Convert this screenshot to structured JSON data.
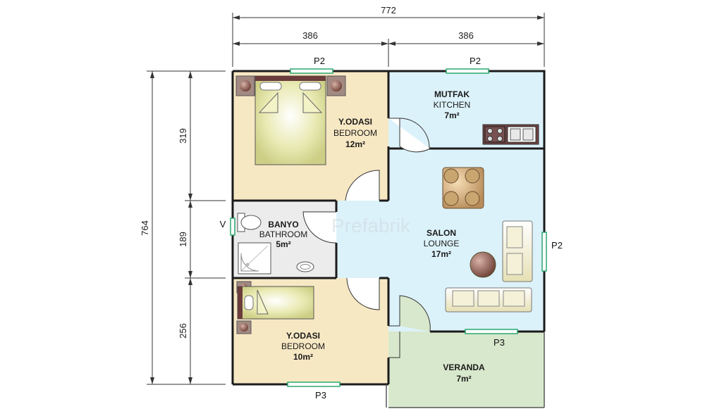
{
  "dimensions": {
    "total_width": "772",
    "left_width": "386",
    "right_width": "386",
    "total_height": "764",
    "top_height": "319",
    "middle_height": "189",
    "bottom_height": "256"
  },
  "rooms": {
    "bedroom1": {
      "name_tr": "Y.ODASI",
      "name_en": "BEDROOM",
      "area": "12m²"
    },
    "kitchen": {
      "name_tr": "MUTFAK",
      "name_en": "KITCHEN",
      "area": "7m²"
    },
    "bathroom": {
      "name_tr": "BANYO",
      "name_en": "BATHROOM",
      "area": "5m²"
    },
    "lounge": {
      "name_tr": "SALON",
      "name_en": "LOUNGE",
      "area": "17m²"
    },
    "bedroom2": {
      "name_tr": "Y.ODASI",
      "name_en": "BEDROOM",
      "area": "10m²"
    },
    "veranda": {
      "name_tr": "VERANDA",
      "area": "7m²"
    }
  },
  "windows": {
    "bedroom1_top": "P2",
    "kitchen_top": "P2",
    "lounge_right": "P2",
    "lounge_bottom": "P3",
    "bedroom2_bottom": "P3",
    "bathroom_left": "V"
  },
  "watermark": "Prefabrik",
  "colors": {
    "bedroom_fill": "#f7e8c4",
    "wet_fill": "#dcf2fa",
    "bathroom_fill": "#ececec",
    "veranda_fill": "#d8e8cc",
    "window_line": "#2aa86e",
    "wall": "#1b1b1b"
  }
}
